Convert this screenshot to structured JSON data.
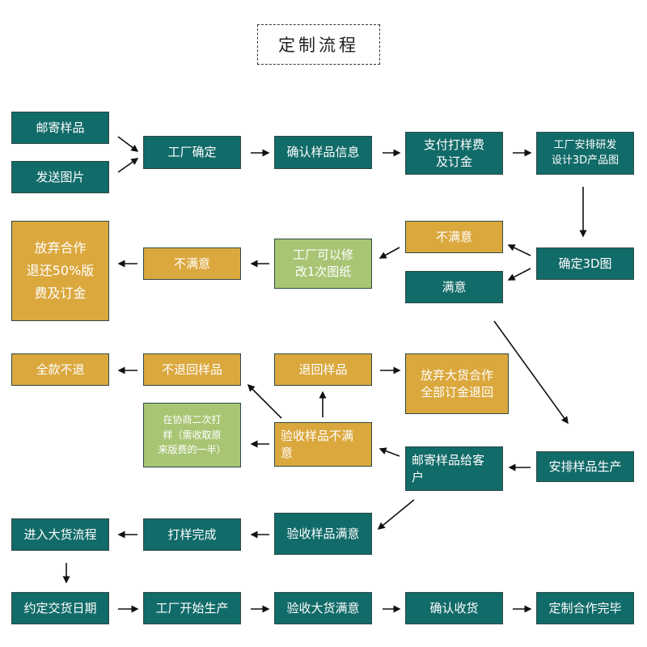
{
  "title": "定制流程",
  "nodes": {
    "n01": "邮寄样品",
    "n02": "发送图片",
    "n03": "工厂确定",
    "n04": "确认样品信息",
    "n05": "支付打样费\n及订金",
    "n06": "工厂安排研发\n设计3D产品图",
    "n07": "确定3D图",
    "n08": "不满意",
    "n09": "满意",
    "n10": "工厂可以修\n改1次图纸",
    "n11": "不满意",
    "n12": "放弃合作\n退还50%版\n费及订金",
    "n13": "全款不退",
    "n14": "不退回样品",
    "n15": "退回样品",
    "n16": "放弃大货合作\n全部订金退回",
    "n17": "在协商二次打\n样（需收取原\n来版费的一半）",
    "n18": "验收样品不满\n意",
    "n19": "邮寄样品给客\n户",
    "n20": "安排样品生产",
    "n21": "进入大货流程",
    "n22": "打样完成",
    "n23": "验收样品满意",
    "n24": "约定交货日期",
    "n25": "工厂开始生产",
    "n26": "验收大货满意",
    "n27": "确认收货",
    "n28": "定制合作完毕"
  },
  "colors": {
    "teal": "#116b69",
    "gold": "#dba83e",
    "green": "#a8c574",
    "arrow": "#111111"
  }
}
